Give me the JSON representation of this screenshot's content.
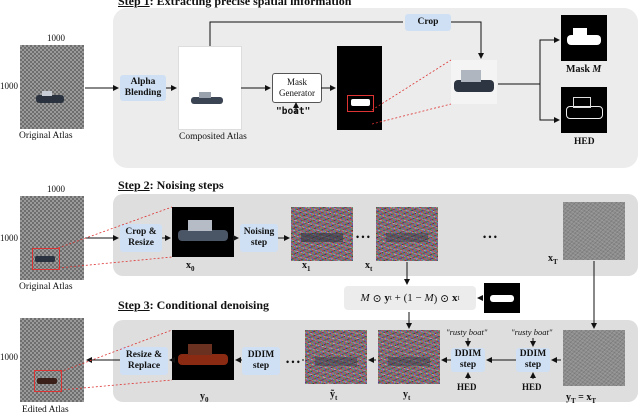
{
  "step1": {
    "title_prefix": "Step 1",
    "title_rest": ": Extracting precise spatial information"
  },
  "step2": {
    "title_prefix": "Step 2",
    "title_rest": ": Noising steps"
  },
  "step3": {
    "title_prefix": "Step 3",
    "title_rest": ": Conditional denoising"
  },
  "atlas_size": "1000",
  "labels": {
    "original_atlas": "Original Atlas",
    "edited_atlas": "Edited Atlas",
    "composited_atlas": "Composited Atlas",
    "mask_m": "Mask M",
    "hed": "HED",
    "prompt": "\"boat\"",
    "rusty_boat": "\"rusty boat\""
  },
  "buttons": {
    "alpha_blending": "Alpha Blending",
    "crop": "Crop",
    "mask_generator": "Mask Generator",
    "crop_resize": "Crop & Resize",
    "noising_step": "Noising step",
    "ddim_step": "DDIM step",
    "resize_replace": "Resize & Replace"
  },
  "math": {
    "x0": "x0",
    "x1": "x1",
    "xt": "xt",
    "xT": "xT",
    "y0": "y0",
    "ytilde": "ỹt",
    "yt": "yt",
    "yT": "yT = xT",
    "formula": "M ⊙ yt + (1 − M) ⊙ xt",
    "dots": "• • •"
  }
}
